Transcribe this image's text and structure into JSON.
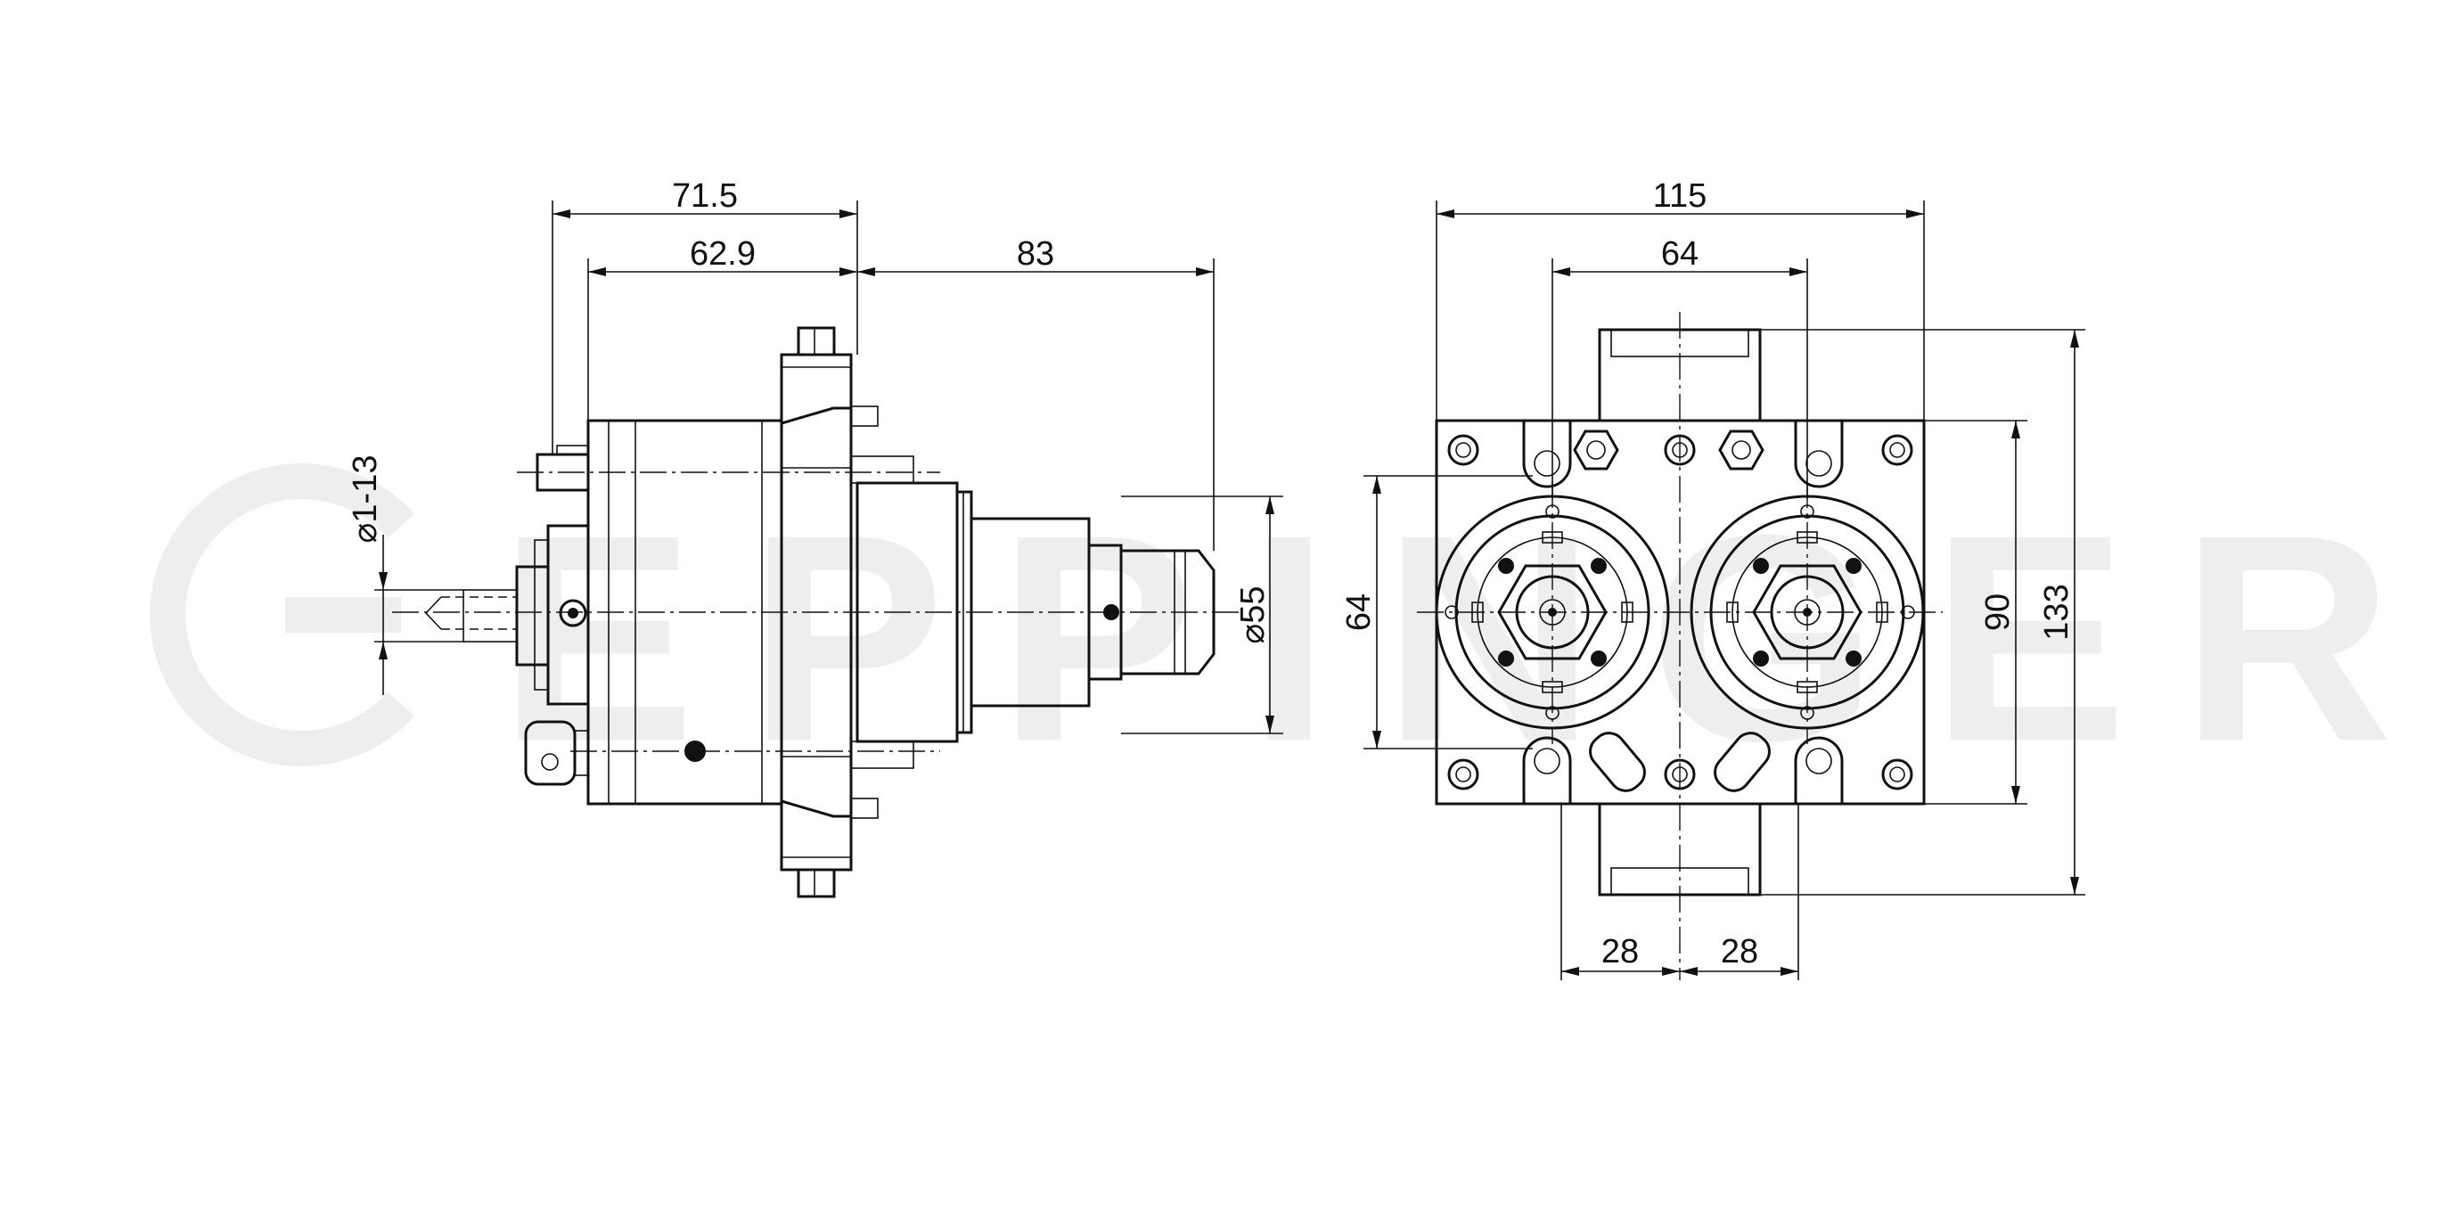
{
  "watermark": {
    "text": "EPPINGER",
    "color": "#eeeeee"
  },
  "dimensions": {
    "side_view": {
      "overall_length": "71.5",
      "body_length": "62.9",
      "spindle_length": "83",
      "spindle_diameter": "⌀55",
      "coolant_bore": "⌀1-13"
    },
    "front_view": {
      "overall_width": "115",
      "spindle_spacing": "64",
      "left_offset": "28",
      "right_offset": "28",
      "height_64": "64",
      "height_90": "90",
      "overall_height": "133"
    }
  },
  "colors": {
    "line": "#111111",
    "background": "#ffffff"
  }
}
